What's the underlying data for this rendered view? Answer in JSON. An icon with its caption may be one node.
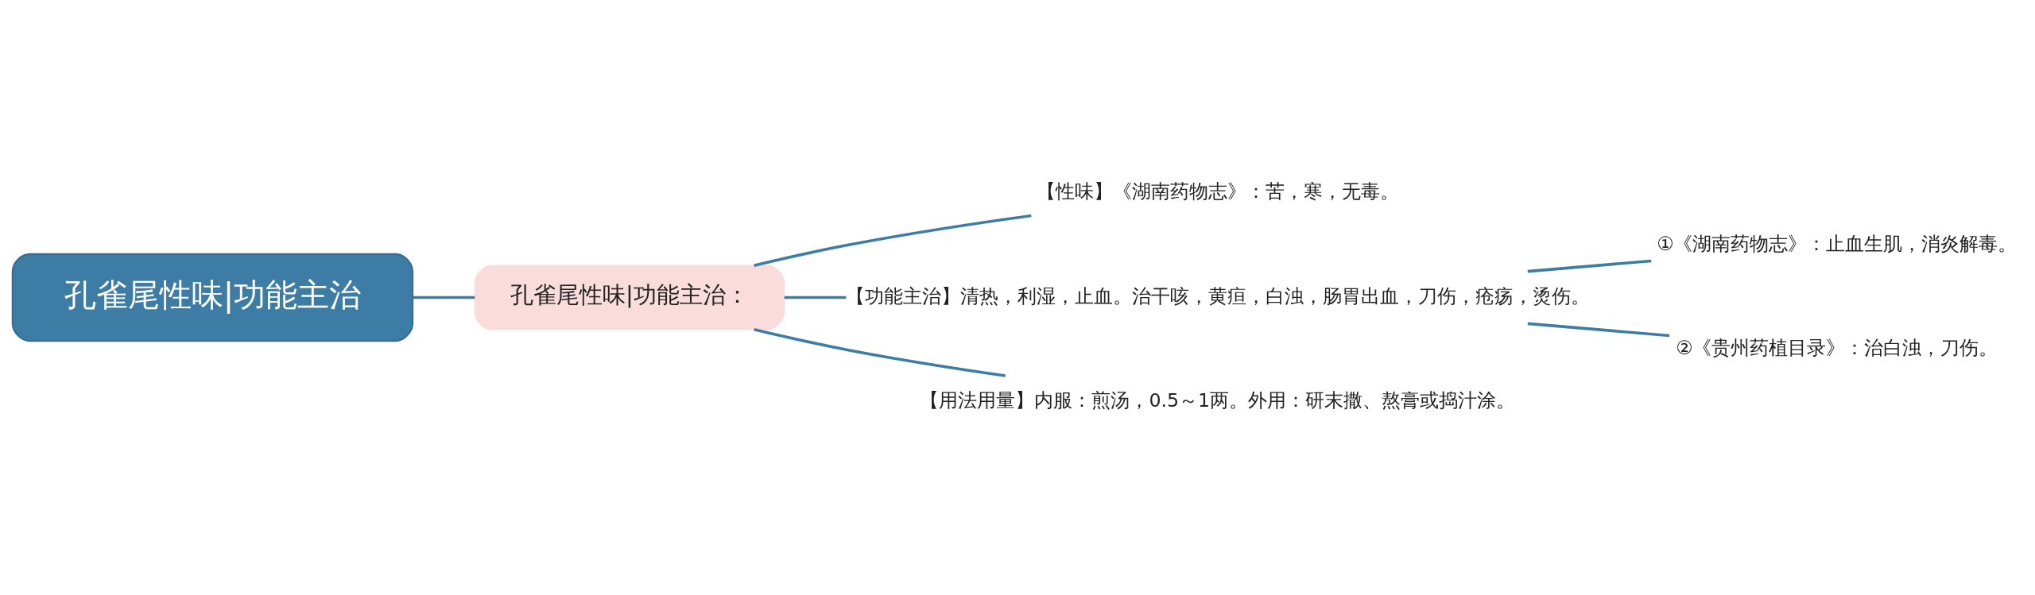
{
  "diagram": {
    "nodes": [
      {
        "text": [
          "孔雀尾性味|功能主治"
        ]
      },
      {
        "text": [
          "孔雀尾性味|功能主治："
        ]
      },
      {
        "text": [
          "【性味】《湖南药物志》：苦，寒，无毒。"
        ]
      },
      {
        "text": [
          "【功能主治】清热，利湿，止血。治干咳，黄疸，白浊，肠胃出血，刀伤，疮疡，烫伤。"
        ]
      },
      {
        "text": [
          "【用法用量】内服：煎汤，0.5～1两。外用：研末撒、熬膏或捣汁涂。"
        ]
      },
      {
        "text": [
          "①《湖南药物志》：止血生肌，消炎解毒。"
        ]
      },
      {
        "text": [
          "②《贵州药植目录》：治白浊，刀伤。"
        ]
      }
    ],
    "edges": [
      {
        "from": 0,
        "to": 1,
        "arrow": "none"
      },
      {
        "from": 1,
        "to": 2,
        "arrow": "none"
      },
      {
        "from": 1,
        "to": 3,
        "arrow": "none"
      },
      {
        "from": 1,
        "to": 4,
        "arrow": "none"
      },
      {
        "from": 3,
        "to": 5,
        "arrow": "none"
      },
      {
        "from": 3,
        "to": 6,
        "arrow": "none"
      }
    ]
  }
}
